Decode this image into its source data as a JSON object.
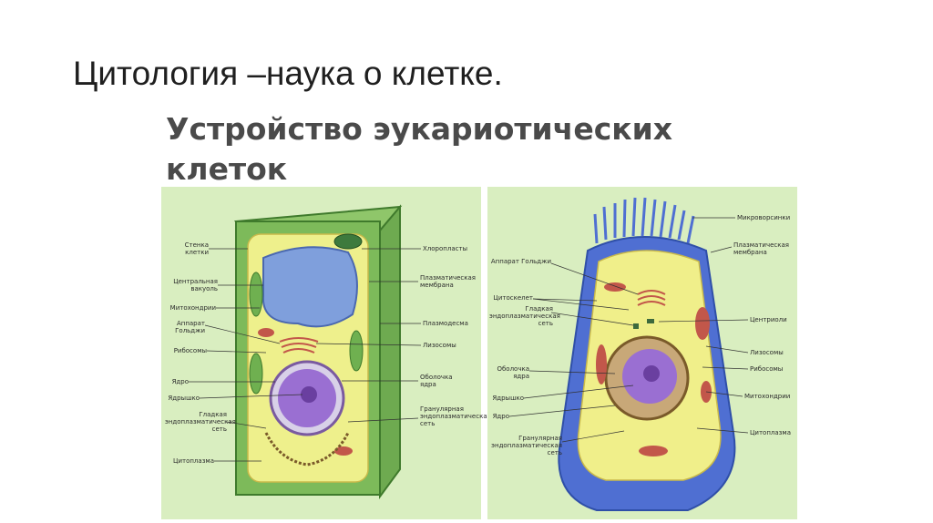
{
  "slide": {
    "title": "Цитология –наука о клетке.",
    "subtitle_line1": "Устройство эукариотических",
    "subtitle_line2": "клеток"
  },
  "plant_labels": {
    "wall": "Стенка\nклетки",
    "vacuole": "Центральная\nвакуоль",
    "mito": "Митохондрии",
    "golgi": "Аппарат\nГольджи",
    "ribosomes": "Рибосомы",
    "nucleus": "Ядро",
    "nucleolus": "Ядрышко",
    "smooth_er": "Гладкая\nэндоплазматическая\nсеть",
    "cytoplasm": "Цитоплазма",
    "chloroplasts": "Хлоропласты",
    "plasma_membrane": "Плазматическая\nмембрана",
    "plasmodesma": "Плазмодесма",
    "lysosomes": "Лизосомы",
    "nuclear_envelope": "Оболочка\nядра",
    "rough_er": "Гранулярная\nэндоплазматическая\nсеть"
  },
  "animal_labels": {
    "golgi": "Аппарат Гольджи",
    "cytoskeleton": "Цитоскелет",
    "smooth_er": "Гладкая\nэндоплазматическая\nсеть",
    "nuclear_envelope": "Оболочка\nядра",
    "nucleolus": "Ядрышко",
    "nucleus": "Ядро",
    "rough_er": "Гранулярная\nэндоплазматическая\nсеть",
    "microvilli": "Микроворсинки",
    "plasma_membrane": "Плазматическая\nмембрана",
    "centrioles": "Центриоли",
    "lysosomes": "Лизосомы",
    "ribosomes": "Рибосомы",
    "mito": "Митохондрии",
    "cytoplasm": "Цитоплазма"
  },
  "colors": {
    "panel_bg": "#d9eec0",
    "cell_wall": "#5f9e45",
    "cytoplasm": "#eef08c",
    "vacuole": "#7f9fdc",
    "nucleus": "#9a6fd2",
    "mitochondria": "#c2574a",
    "animal_membrane": "#4f6fd2"
  }
}
